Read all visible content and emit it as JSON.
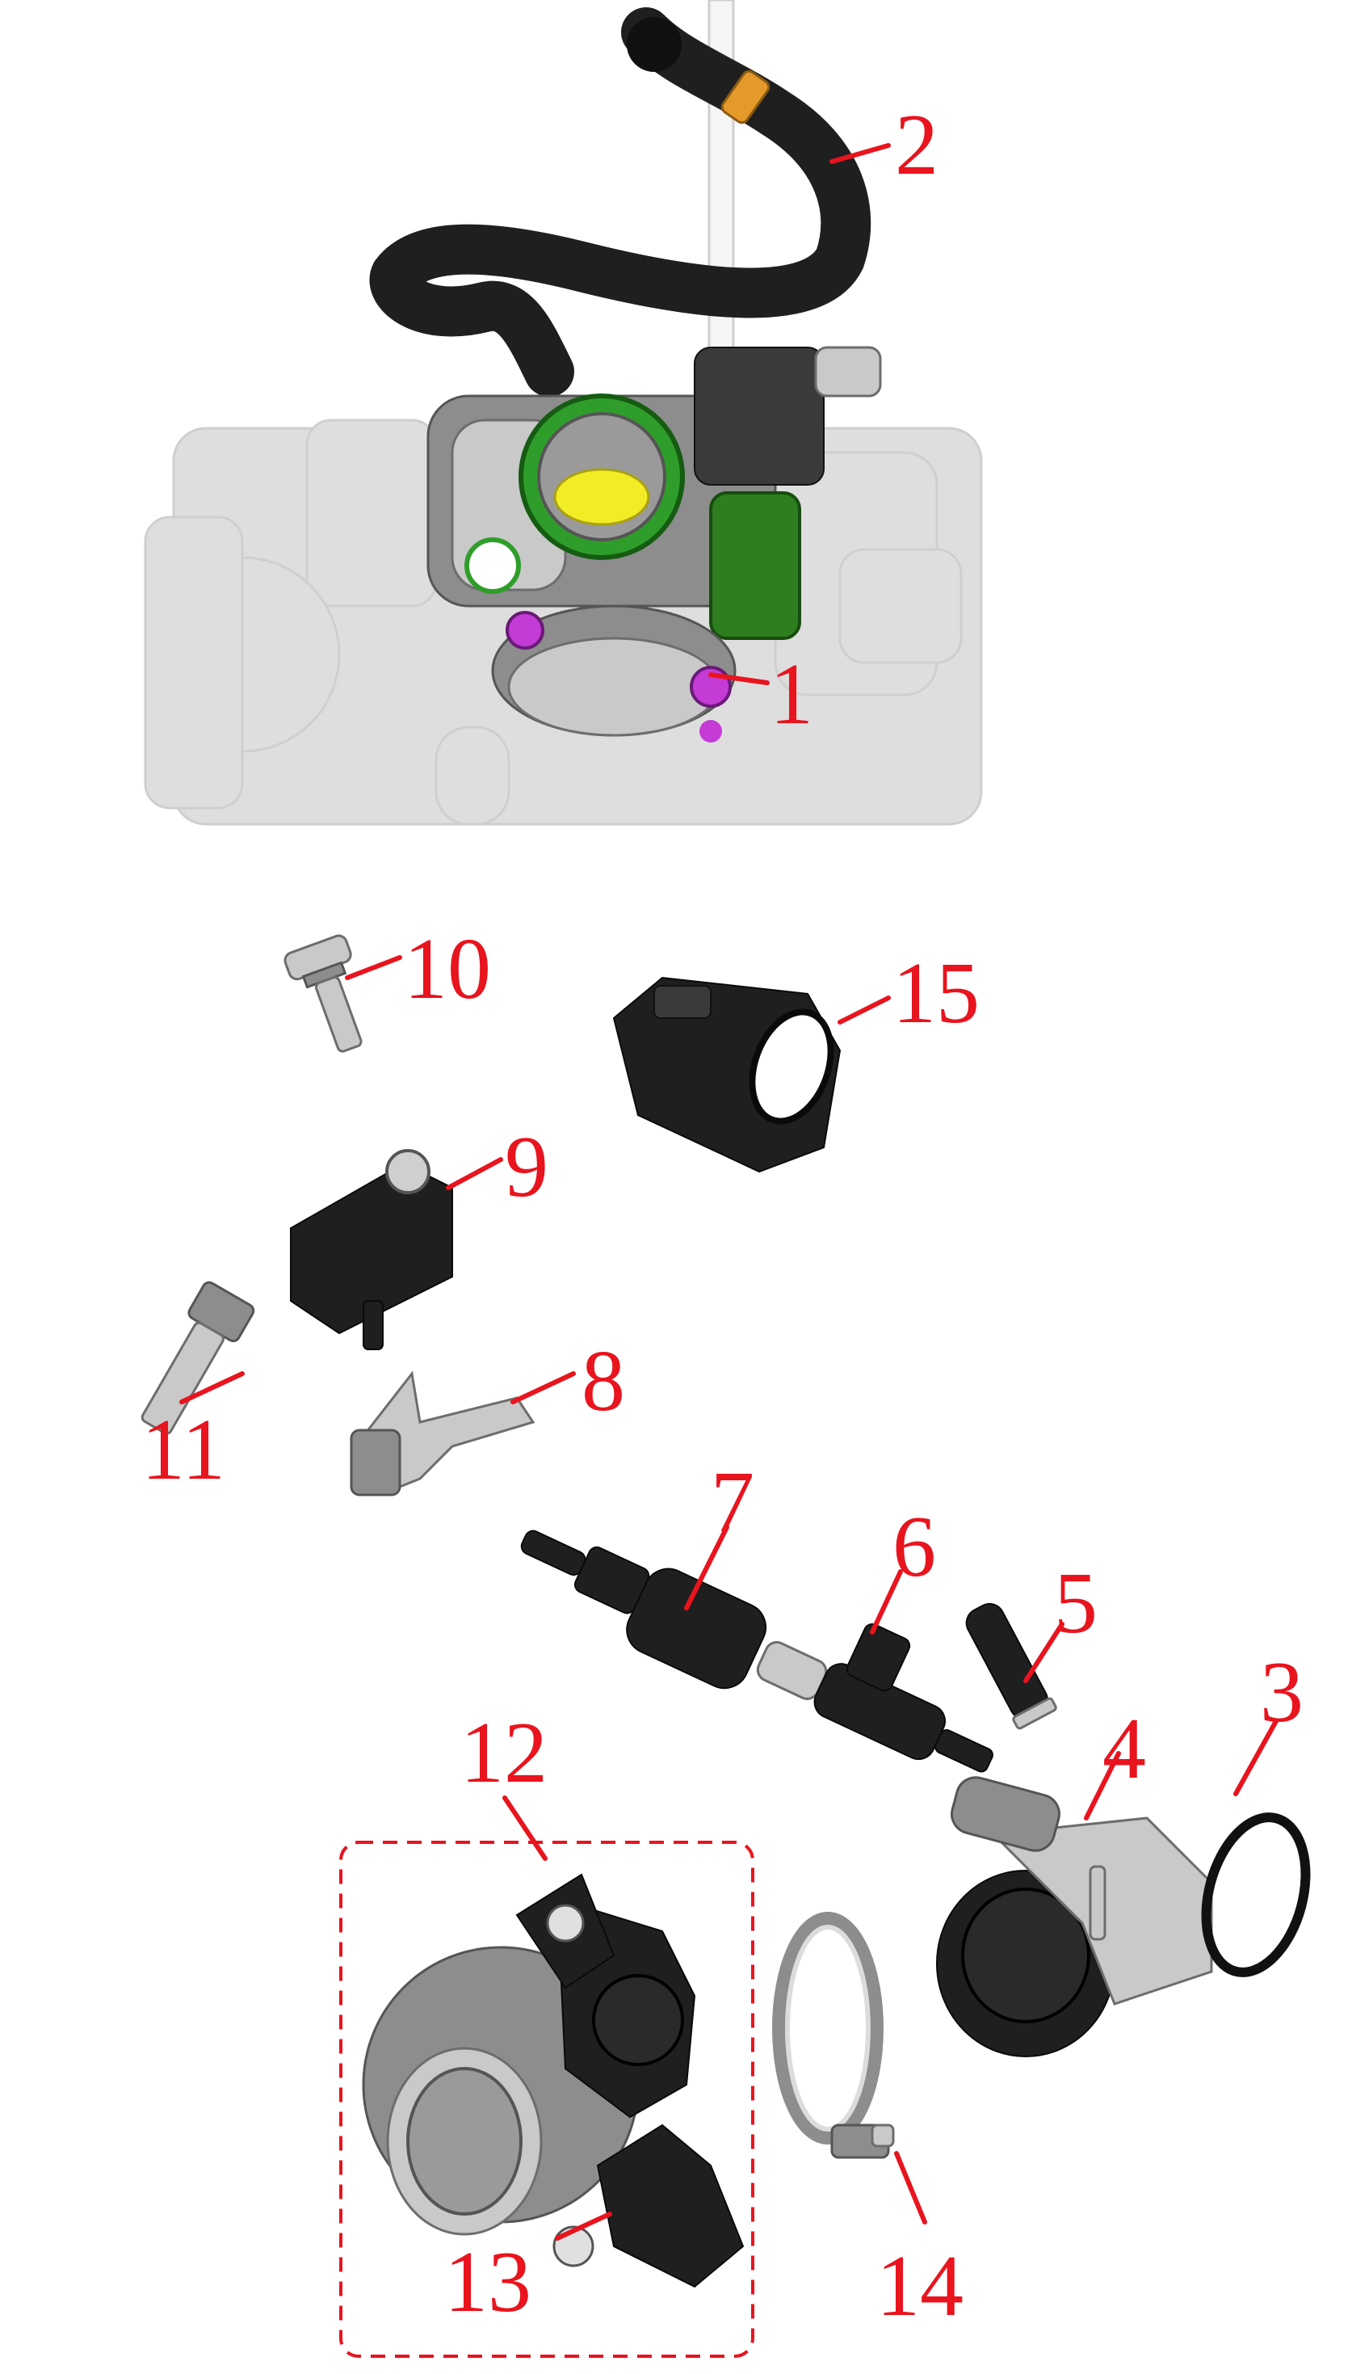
{
  "callouts": [
    {
      "id": "1",
      "label": "1"
    },
    {
      "id": "2",
      "label": "2"
    },
    {
      "id": "3",
      "label": "3"
    },
    {
      "id": "4",
      "label": "4"
    },
    {
      "id": "5",
      "label": "5"
    },
    {
      "id": "6",
      "label": "6"
    },
    {
      "id": "7",
      "label": "7"
    },
    {
      "id": "8",
      "label": "8"
    },
    {
      "id": "9",
      "label": "9"
    },
    {
      "id": "10",
      "label": "10"
    },
    {
      "id": "11",
      "label": "11"
    },
    {
      "id": "12",
      "label": "12"
    },
    {
      "id": "13",
      "label": "13"
    },
    {
      "id": "14",
      "label": "14"
    },
    {
      "id": "15",
      "label": "15"
    }
  ],
  "colors": {
    "callout": "#e8141e",
    "hose": "#1f1f1f",
    "clamp": "#e39a2b",
    "o_ring": "#2f9d2a",
    "throttle_plate": "#f2ec26",
    "sensor": "#2e7d1f",
    "bolts": "#c43bd6",
    "engine_ghost": "#dedede"
  }
}
